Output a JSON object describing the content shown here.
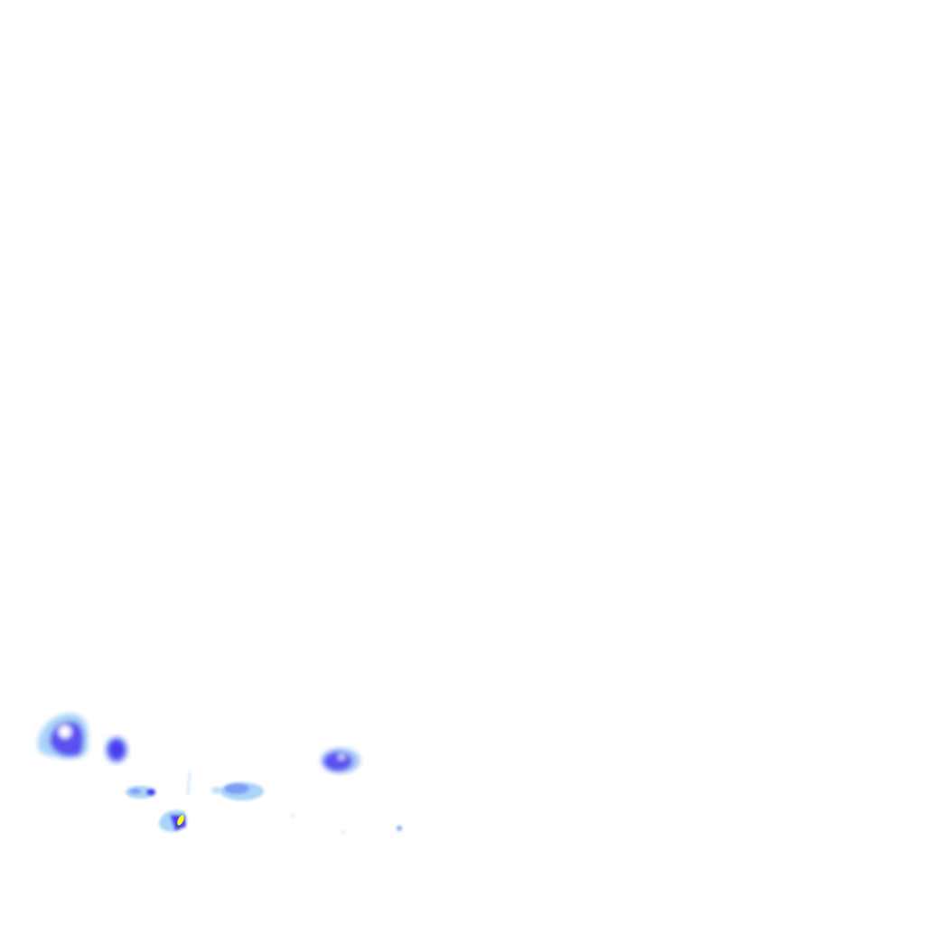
{
  "map": {
    "type": "precipitation-radar-overlay",
    "background_color": "#ffffff",
    "intensity_colors": {
      "light": "#a8d4f8",
      "moderate": "#7f9cf5",
      "heavy": "#4a3ef0",
      "very_heavy": "#ffff00"
    },
    "echo_cells": [
      {
        "id": "cell-west-large",
        "intensity": "heavy"
      },
      {
        "id": "cell-west-small",
        "intensity": "heavy"
      },
      {
        "id": "cell-east",
        "intensity": "heavy"
      },
      {
        "id": "cell-central-band",
        "intensity": "moderate"
      },
      {
        "id": "cell-southwest-line",
        "intensity": "moderate"
      },
      {
        "id": "cell-core",
        "intensity": "very_heavy"
      }
    ]
  }
}
